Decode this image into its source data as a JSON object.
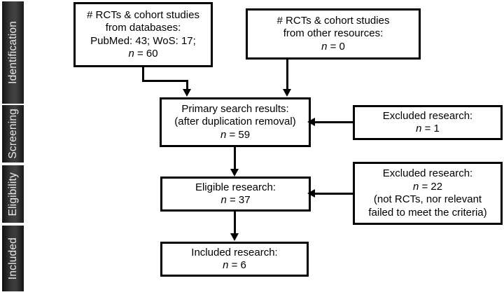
{
  "figure": {
    "type": "prisma-flow-diagram",
    "colors": {
      "box_border": "#000000",
      "box_fill": "#ffffff",
      "connector": "#000000",
      "phase_band_text": "#e9e9e9",
      "background": "#ffffff"
    }
  },
  "phases": [
    {
      "id": "identification",
      "label": "Identification"
    },
    {
      "id": "screening",
      "label": "Screening"
    },
    {
      "id": "eligibility",
      "label": "Eligibility"
    },
    {
      "id": "included",
      "label": "Included"
    }
  ],
  "nodes": {
    "databases": {
      "lines": [
        "# RCTs & cohort studies",
        "from databases:",
        "PubMed: 43; WoS: 17;"
      ],
      "count_prefix": "n",
      "count_text": " = 60"
    },
    "other_sources": {
      "lines": [
        "# RCTs & cohort studies",
        "from other resources:"
      ],
      "count_prefix": "n",
      "count_text": " = 0"
    },
    "primary": {
      "lines": [
        "Primary search results:",
        "(after duplication removal)"
      ],
      "count_prefix": "n",
      "count_text": " = 59"
    },
    "excluded_1": {
      "lines": [
        "Excluded research:"
      ],
      "count_prefix": "n",
      "count_text": " = 1"
    },
    "eligible": {
      "lines": [
        "Eligible research:"
      ],
      "count_prefix": "n",
      "count_text": " = 37"
    },
    "excluded_2": {
      "lines_before": [
        "Excluded research:"
      ],
      "count_prefix": "n",
      "count_text": " = 22",
      "lines_after": [
        "(not RCTs, nor relevant",
        "failed to meet the criteria)"
      ]
    },
    "included": {
      "lines": [
        "Included research:"
      ],
      "count_prefix": "n",
      "count_text": " = 6"
    }
  },
  "counts": {
    "pubmed": 43,
    "wos": 17,
    "databases_total": 60,
    "other_resources": 0,
    "after_duplication_removal": 59,
    "duplicates_excluded": 1,
    "eligible": 37,
    "excluded_full_text": 22,
    "included": 6
  }
}
